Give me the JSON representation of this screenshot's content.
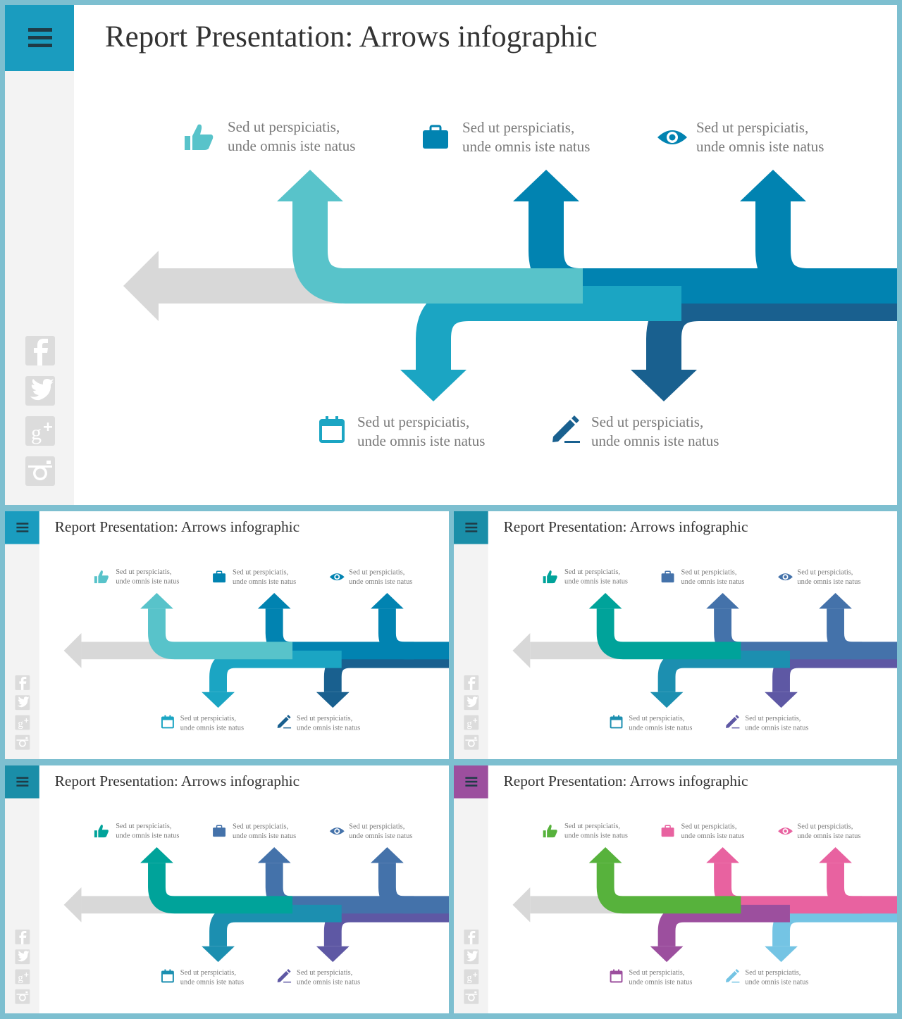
{
  "title": "Report Presentation: Arrows infographic",
  "caption": {
    "line1": "Sed ut perspiciatis,",
    "line2": "unde omnis  iste natus"
  },
  "icons": {
    "menu": "menu-icon",
    "social": [
      "facebook-icon",
      "twitter-icon",
      "google-plus-icon",
      "instagram-icon"
    ],
    "items": [
      "thumbs-up-icon",
      "briefcase-icon",
      "eye-icon",
      "calendar-icon",
      "pencil-icon"
    ]
  },
  "colors": {
    "gray_arrow": "#d8d8d8",
    "sidebar_bg": "#f3f3f3",
    "social_icon": "#dcdcdc",
    "text": "#7a7a7a"
  },
  "themes": [
    {
      "header": "#1a9cbf",
      "u1": "#58c3ca",
      "u2": "#0183b1",
      "u3": "#0183b1",
      "d1": "#1ba5c3",
      "d2": "#19608f",
      "ic": [
        "#58c3ca",
        "#0183b1",
        "#0183b1",
        "#1ba5c3",
        "#19608f"
      ]
    },
    {
      "header": "#1a9cbf",
      "u1": "#58c3ca",
      "u2": "#0183b1",
      "u3": "#0183b1",
      "d1": "#1ba5c3",
      "d2": "#19608f",
      "ic": [
        "#58c3ca",
        "#0183b1",
        "#0183b1",
        "#1ba5c3",
        "#19608f"
      ]
    },
    {
      "header": "#1a8ea8",
      "u1": "#00a39a",
      "u2": "#4472aa",
      "u3": "#4472aa",
      "d1": "#1c8fb0",
      "d2": "#5e58a4",
      "ic": [
        "#00a39a",
        "#4472aa",
        "#4472aa",
        "#1c8fb0",
        "#5e58a4"
      ]
    },
    {
      "header": "#1a8ea8",
      "u1": "#00a39a",
      "u2": "#4472aa",
      "u3": "#4472aa",
      "d1": "#1c8fb0",
      "d2": "#5e58a4",
      "ic": [
        "#00a39a",
        "#4472aa",
        "#4472aa",
        "#1c8fb0",
        "#5e58a4"
      ]
    },
    {
      "header": "#9c4f9e",
      "u1": "#57b23c",
      "u2": "#e862a0",
      "u3": "#e862a0",
      "d1": "#9c4f9e",
      "d2": "#74c4e4",
      "ic": [
        "#57b23c",
        "#e862a0",
        "#e862a0",
        "#9c4f9e",
        "#74c4e4"
      ]
    }
  ]
}
